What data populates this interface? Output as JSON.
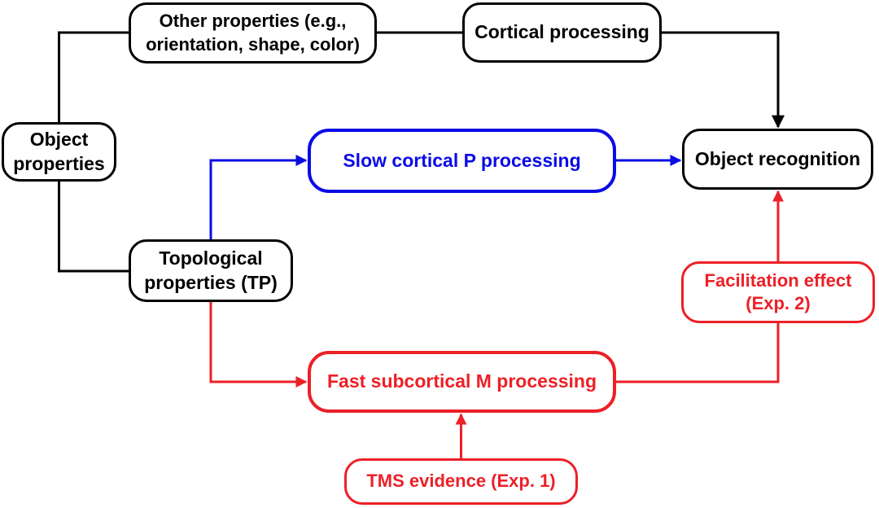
{
  "diagram": {
    "type": "flowchart",
    "background": "#ffffff",
    "colors": {
      "black": "#000000",
      "blue": "#0b0be6",
      "red": "#ec2027"
    },
    "nodes": {
      "object_properties": {
        "label": "Object\nproperties",
        "color": "black"
      },
      "other_properties": {
        "label": "Other properties (e.g.,\norientation, shape, color)",
        "color": "black"
      },
      "cortical_processing": {
        "label": "Cortical processing",
        "color": "black"
      },
      "slow_cortical_p": {
        "label": "Slow cortical P processing",
        "color": "blue"
      },
      "object_recognition": {
        "label": "Object recognition",
        "color": "black"
      },
      "topological_properties": {
        "label": "Topological\nproperties (TP)",
        "color": "black"
      },
      "facilitation_effect": {
        "label": "Facilitation effect\n(Exp. 2)",
        "color": "red"
      },
      "fast_subcortical_m": {
        "label": "Fast subcortical M processing",
        "color": "red"
      },
      "tms_evidence": {
        "label": "TMS evidence (Exp. 1)",
        "color": "red"
      }
    },
    "edges": [
      {
        "from": "object_properties",
        "to": "other_properties",
        "color": "black",
        "arrowhead": false
      },
      {
        "from": "other_properties",
        "to": "cortical_processing",
        "color": "black",
        "arrowhead": false
      },
      {
        "from": "cortical_processing",
        "to": "object_recognition",
        "color": "black",
        "arrowhead": true
      },
      {
        "from": "object_properties",
        "to": "topological_properties",
        "color": "black",
        "arrowhead": false
      },
      {
        "from": "topological_properties",
        "to": "slow_cortical_p",
        "color": "blue",
        "arrowhead": true
      },
      {
        "from": "slow_cortical_p",
        "to": "object_recognition",
        "color": "blue",
        "arrowhead": true
      },
      {
        "from": "topological_properties",
        "to": "fast_subcortical_m",
        "color": "red",
        "arrowhead": true
      },
      {
        "from": "fast_subcortical_m",
        "to": "facilitation_effect",
        "color": "red",
        "arrowhead": false
      },
      {
        "from": "facilitation_effect",
        "to": "object_recognition",
        "color": "red",
        "arrowhead": true
      },
      {
        "from": "tms_evidence",
        "to": "fast_subcortical_m",
        "color": "red",
        "arrowhead": true
      }
    ]
  }
}
